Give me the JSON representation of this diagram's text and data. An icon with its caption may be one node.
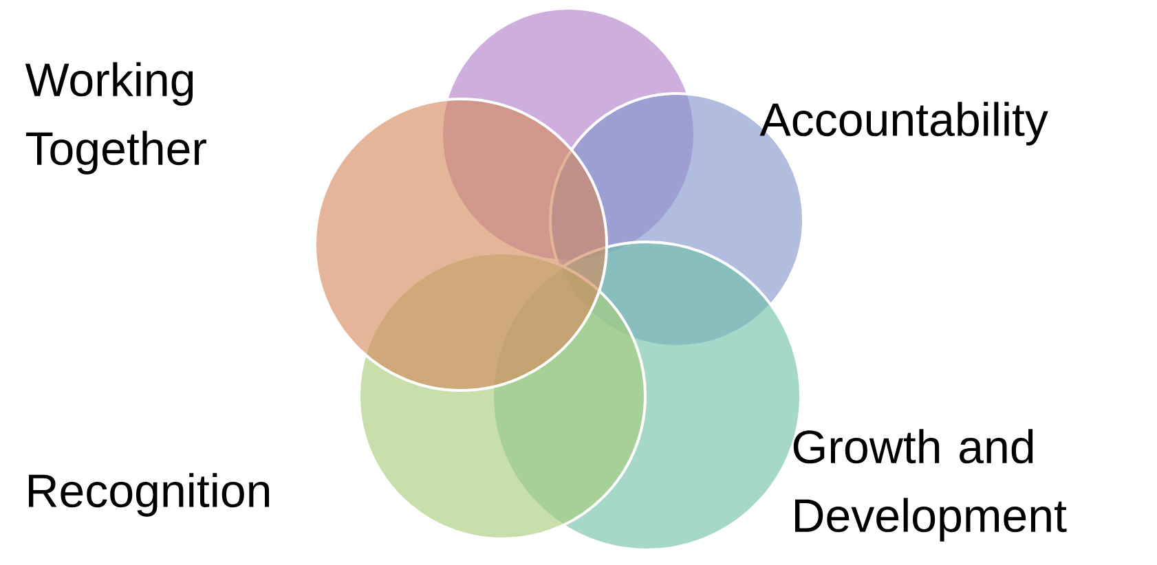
{
  "diagram": {
    "nodes": [
      {
        "text": [],
        "shape": "circle"
      },
      {
        "text": [
          "Accountability"
        ]
      },
      {
        "text": [
          "Growth and Development"
        ]
      },
      {
        "text": [
          "Recognition"
        ]
      },
      {
        "text": [
          "Working Together"
        ]
      }
    ]
  }
}
